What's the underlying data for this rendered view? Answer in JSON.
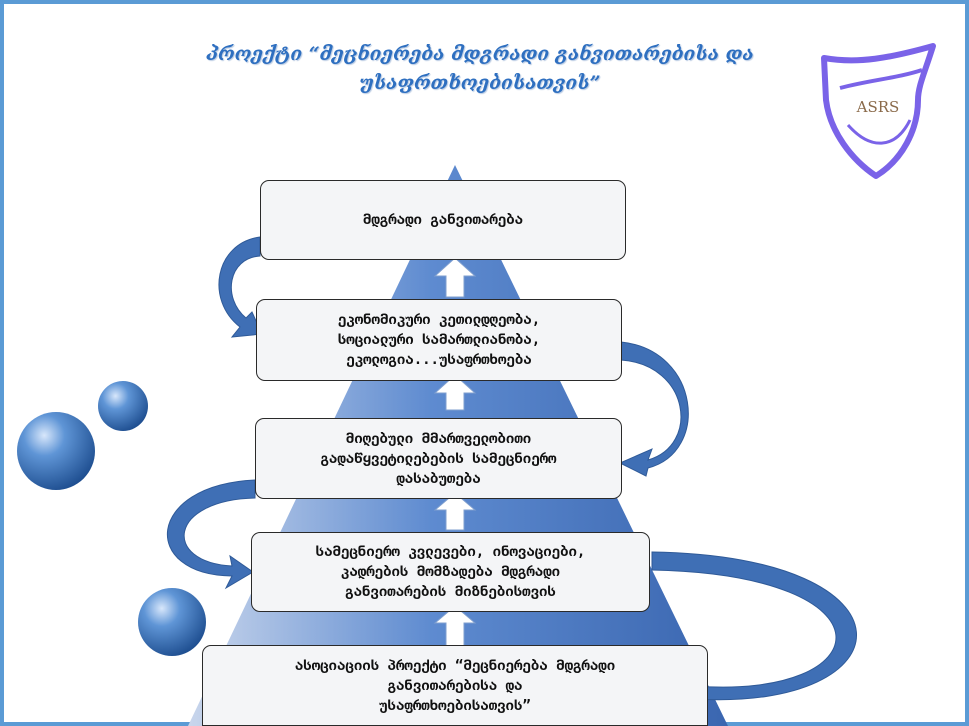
{
  "title": "პროექტი “მეცნიერება მდგრადი განვითარებისა და უსაფრთხოებისათვის”",
  "logo": {
    "text": "ASRS",
    "color": "#7a63e8"
  },
  "levels": [
    "მდგრადი განვითარება",
    "ეკონომიკური კეთილდღეობა,\nსოციალური სამართლიანობა,\nეკოლოგია...უსაფრთხოება",
    "მიღებული მმართველობითი\nგადაწყვეტილებების სამეცნიერო\nდასაბუთება",
    "სამეცნიერო კვლევები, ინოვაციები,\nკადრების მომზადება მდგრადი\nგანვითარების მიზნებისთვის",
    "ასოციაციის პროექტი “მეცნიერება მდგრადი\nგანვითარებისა და\nუსაფრთხოებისათვის”"
  ],
  "colors": {
    "pyramid": "#4472c4",
    "arrows": "#3f6fb5",
    "title": "#2e6fc0",
    "frame": "#5b9bd5"
  }
}
